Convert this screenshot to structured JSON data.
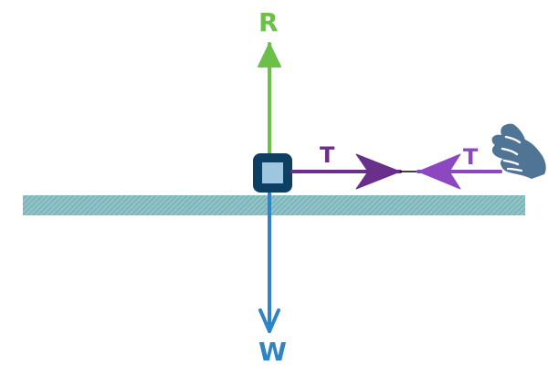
{
  "diagram": {
    "labels": {
      "reaction": "R",
      "weight": "W",
      "tension_on_block": "T",
      "tension_on_hand": "T"
    },
    "colors": {
      "background": "#ffffff",
      "reaction": "#6cc04a",
      "weight": "#2f83c7",
      "tension_dark": "#6a2f8a",
      "tension_light": "#8c48c0",
      "block_outer": "#0d3f62",
      "block_inner": "#9ec7df",
      "surface": "#8fc3c7",
      "surface_hatch": "#5d9aa0",
      "hand": "#4f7494",
      "string": "#000000"
    },
    "icons": {
      "block": "square-block-icon",
      "hand": "pulling-hand-icon"
    }
  }
}
